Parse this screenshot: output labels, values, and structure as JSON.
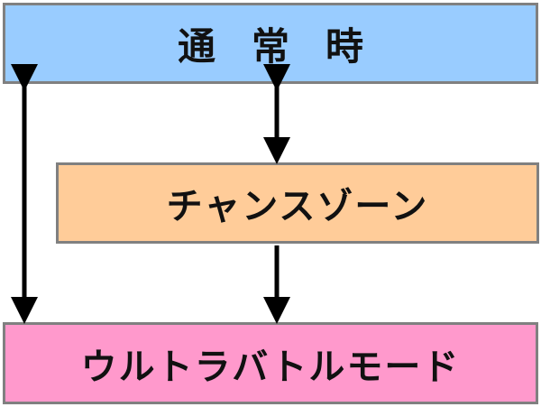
{
  "states": {
    "normal": {
      "label": "通常時",
      "color": "#99ccff"
    },
    "chance_zone": {
      "label": "チャンスゾーン",
      "color": "#ffcc99"
    },
    "ultra_battle_mode": {
      "label": "ウルトラバトルモード",
      "color": "#ff99cc"
    }
  },
  "transitions": [
    {
      "from": "normal",
      "to": "ultra_battle_mode",
      "direction": "bidirectional"
    },
    {
      "from": "normal",
      "to": "chance_zone",
      "direction": "bidirectional"
    },
    {
      "from": "chance_zone",
      "to": "ultra_battle_mode",
      "direction": "one-way"
    }
  ]
}
